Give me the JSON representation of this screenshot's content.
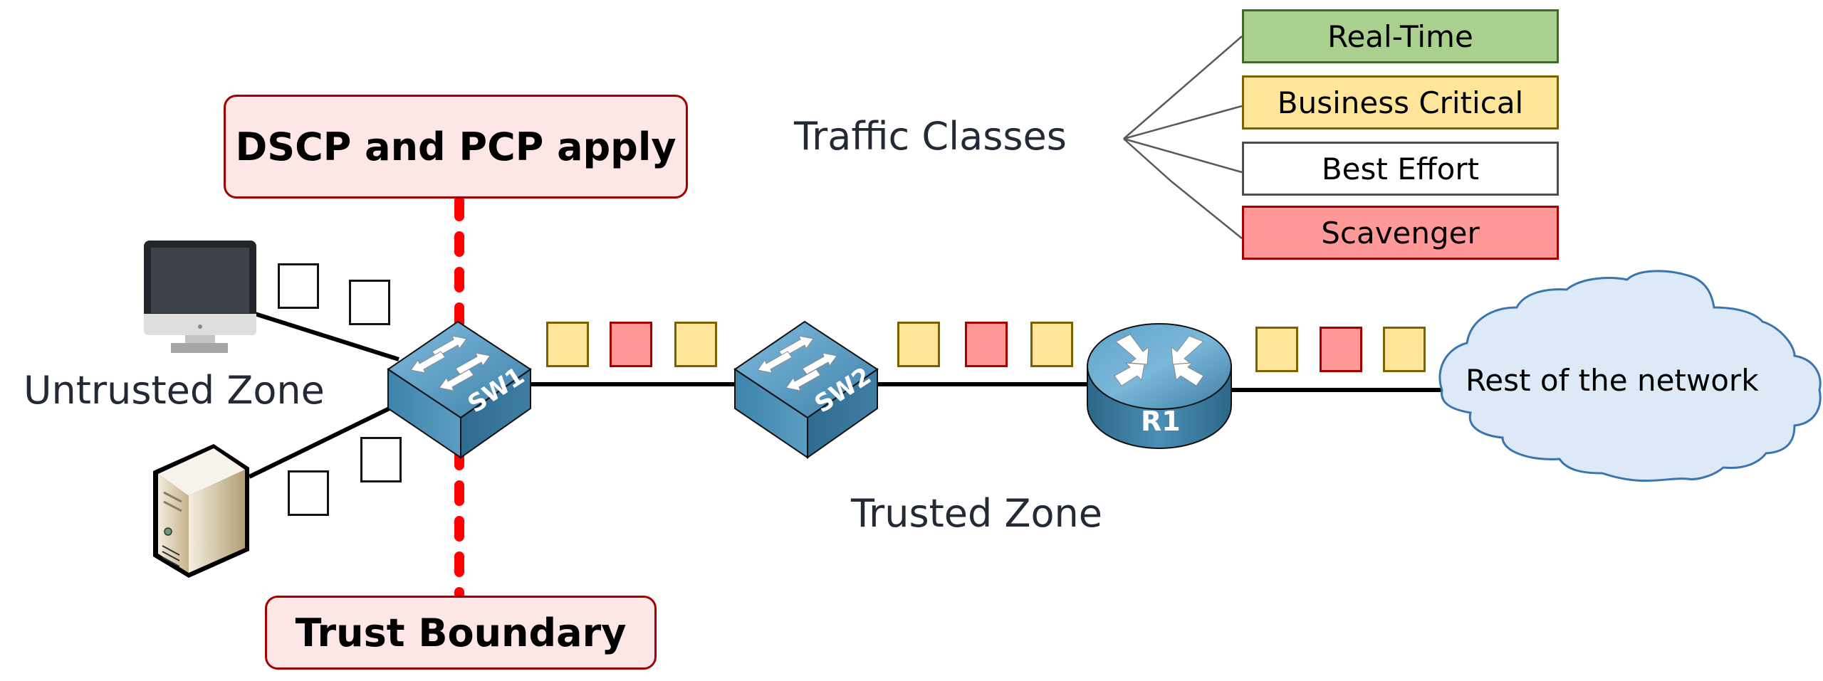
{
  "diagram": {
    "callouts": {
      "top": "DSCP and PCP apply",
      "bottom": "Trust Boundary"
    },
    "zones": {
      "untrusted": "Untrusted Zone",
      "trusted": "Trusted Zone"
    },
    "traffic_classes": {
      "title": "Traffic Classes",
      "items": [
        {
          "label": "Real-Time",
          "fill": "#a9d08e",
          "border": "#3e6b2a"
        },
        {
          "label": "Business Critical",
          "fill": "#ffe599",
          "border": "#7f6000"
        },
        {
          "label": "Best Effort",
          "fill": "#ffffff",
          "border": "#4d4d4d"
        },
        {
          "label": "Scavenger",
          "fill": "#ff9999",
          "border": "#a30000"
        }
      ]
    },
    "devices": {
      "sw1": "SW1",
      "sw2": "SW2",
      "r1": "R1",
      "cloud": "Rest of the network"
    },
    "packet_colors": {
      "business_critical": {
        "fill": "#ffe599",
        "border": "#7f6000"
      },
      "scavenger": {
        "fill": "#ff9999",
        "border": "#a30000"
      },
      "unmarked": {
        "fill": "#ffffff",
        "border": "#111111"
      }
    },
    "colors": {
      "trust_boundary_line": "#ff0000",
      "device_blue": "#4a8db3",
      "link": "#000000"
    }
  }
}
